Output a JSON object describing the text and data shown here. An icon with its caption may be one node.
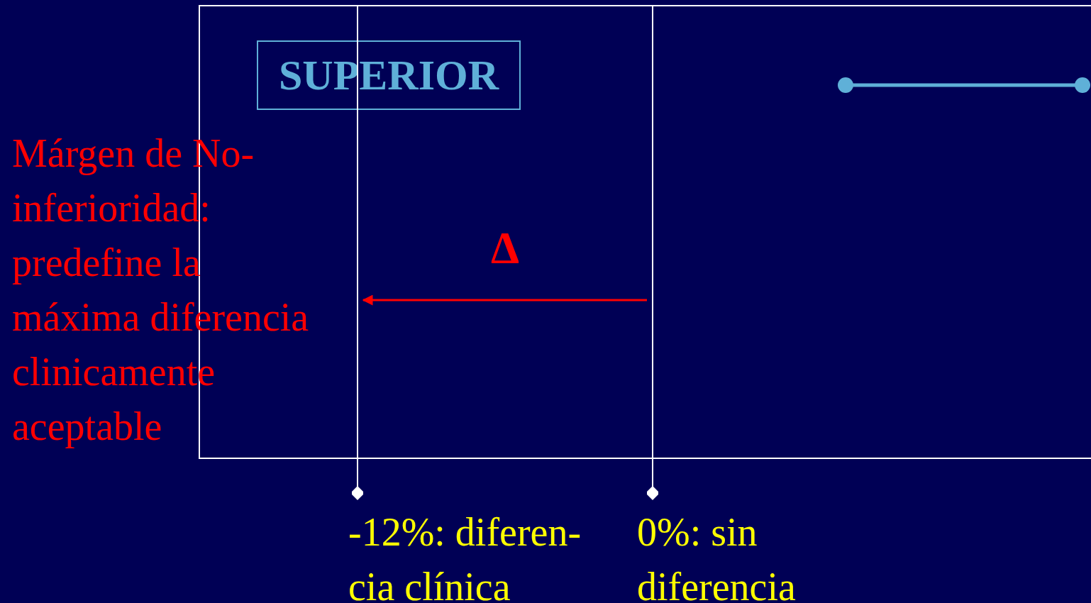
{
  "diagram": {
    "nodes": [
      {
        "text": [],
        "shape": "box"
      },
      {
        "text": [
          "SUPERIOR"
        ],
        "in": 0
      },
      {
        "text": [],
        "shape": "bar",
        "beside": [
          "-12%: diferen- cia clínica"
        ]
      },
      {
        "text": [],
        "shape": "bar",
        "beside": [
          "0%: sin diferencia"
        ]
      }
    ],
    "edges": [
      {
        "from": 3,
        "to": 2,
        "arrow": "to",
        "label": "Δ",
        "color": "#ff0000"
      }
    ],
    "labels": [
      "Márgen de No-inferioridad: predefine la máxima diferencia clinicamente aceptable"
    ]
  }
}
